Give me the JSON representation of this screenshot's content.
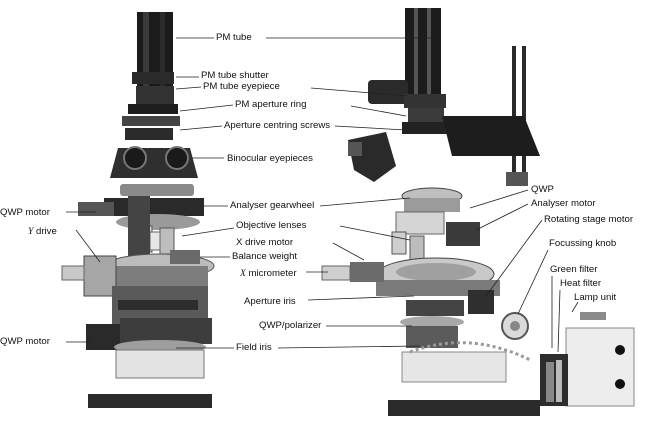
{
  "labels": {
    "pm_tube": "PM tube",
    "pm_tube_shutter": "PM tube shutter",
    "pm_tube_eyepiece": "PM tube eyepiece",
    "pm_aperture_ring": "PM aperture ring",
    "aperture_centring_screws": "Aperture centring screws",
    "binocular_eyepieces": "Binocular eyepieces",
    "qwp": "QWP",
    "analyser_motor": "Analyser motor",
    "rotating_stage_motor": "Rotating stage motor",
    "qwp_motor_top": "QWP motor",
    "analyser_gearwheel": "Analyser gearwheel",
    "objective_lenses": "Objective lenses",
    "y_drive_letter": "Y",
    "y_drive_word": "drive",
    "x_drive_motor": "X drive motor",
    "balance_weight": "Balance weight",
    "x_micrometer_letter": "X",
    "x_micrometer_word": "micrometer",
    "focussing_knob": "Focussing knob",
    "green_filter": "Green filter",
    "heat_filter": "Heat filter",
    "lamp_unit": "Lamp unit",
    "aperture_iris": "Aperture iris",
    "qwp_polarizer": "QWP/polarizer",
    "qwp_motor_bottom": "QWP motor",
    "field_iris": "Field iris"
  }
}
